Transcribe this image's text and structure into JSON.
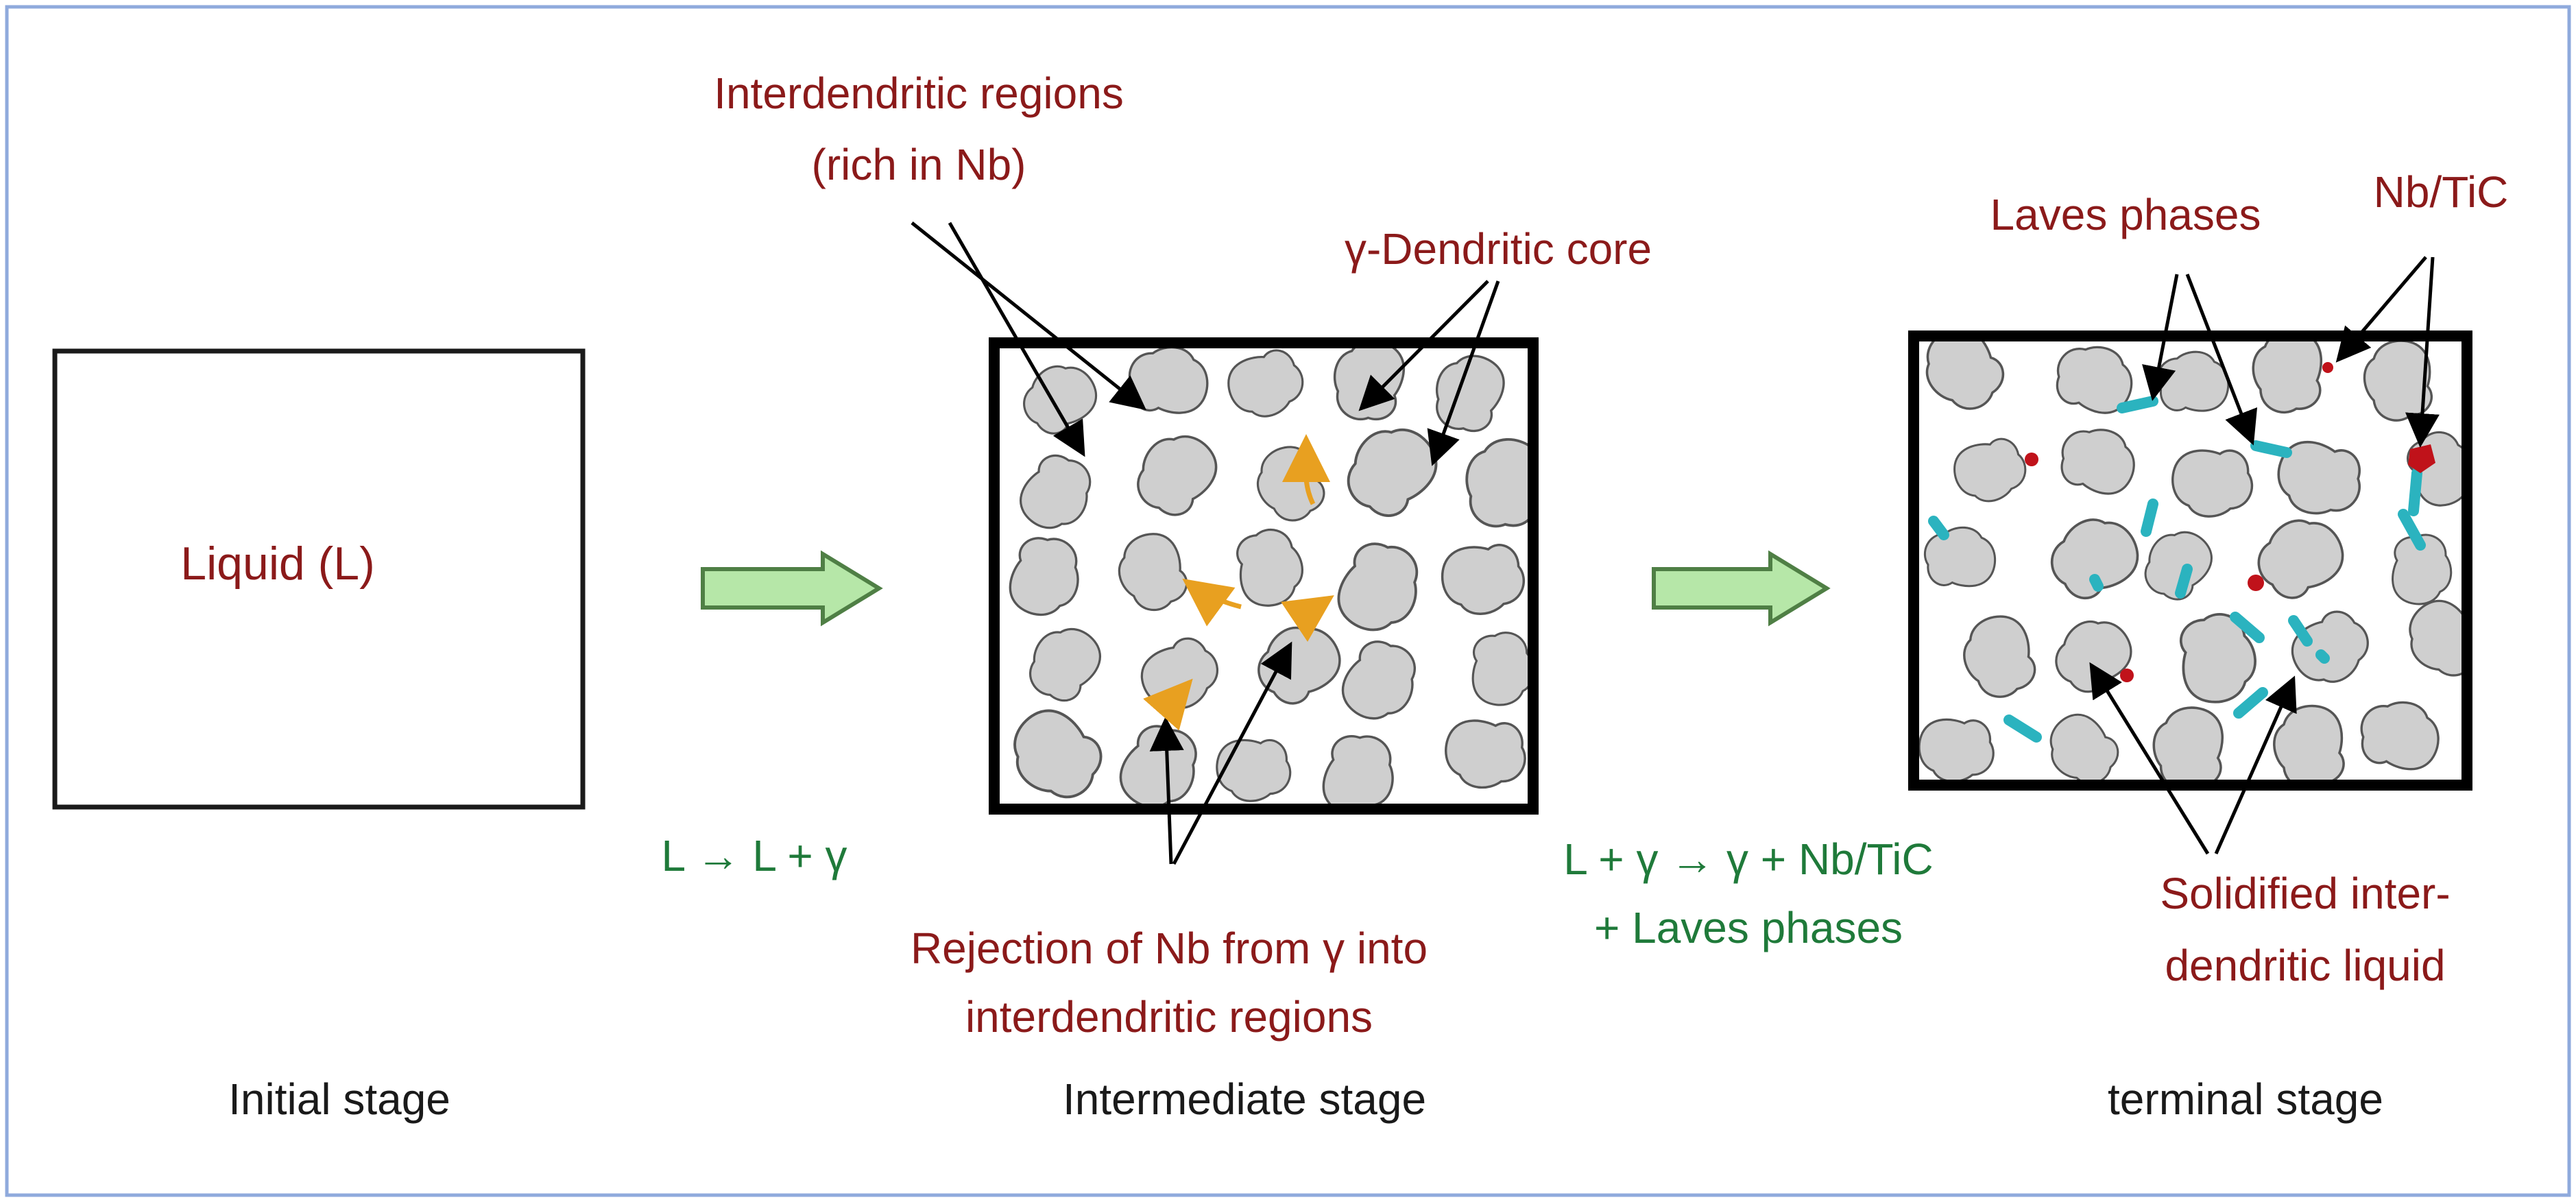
{
  "colors": {
    "frame": "#8FAADC",
    "annotation_red": "#8B1A1A",
    "reaction_green": "#1F7A3A",
    "stage_black": "#1a1a1a",
    "grain_fill": "#cfcfcf",
    "grain_outline": "#555555",
    "arrow_fill": "#B6E7A8",
    "arrow_stroke": "#4F7F45",
    "rejection_arrow": "#E8A020",
    "laves_color": "#2BB3BF",
    "carbide_color": "#C0121A"
  },
  "labels": {
    "liquid": "Liquid (L)",
    "interdendritic_line1": "Interdendritic regions",
    "interdendritic_line2": "(rich in Nb)",
    "gamma_core": "γ-Dendritic core",
    "rejection_line1": "Rejection of Nb from γ into",
    "rejection_line2": "interdendritic regions",
    "laves": "Laves phases",
    "nbtic": "Nb/TiC",
    "solidified_line1": "Solidified inter-",
    "solidified_line2": "dendritic liquid"
  },
  "reactions": {
    "first": "L → L + γ",
    "second_line1": "L + γ → γ + Nb/TiC",
    "second_line2": "+ Laves phases"
  },
  "stages": {
    "initial": "Initial stage",
    "intermediate": "Intermediate stage",
    "terminal": "terminal stage"
  },
  "icons": {
    "process_arrow": "right-block-arrow",
    "annotation_arrow": "black-line-arrow",
    "rejection_arrow": "orange-curved-arrow"
  }
}
